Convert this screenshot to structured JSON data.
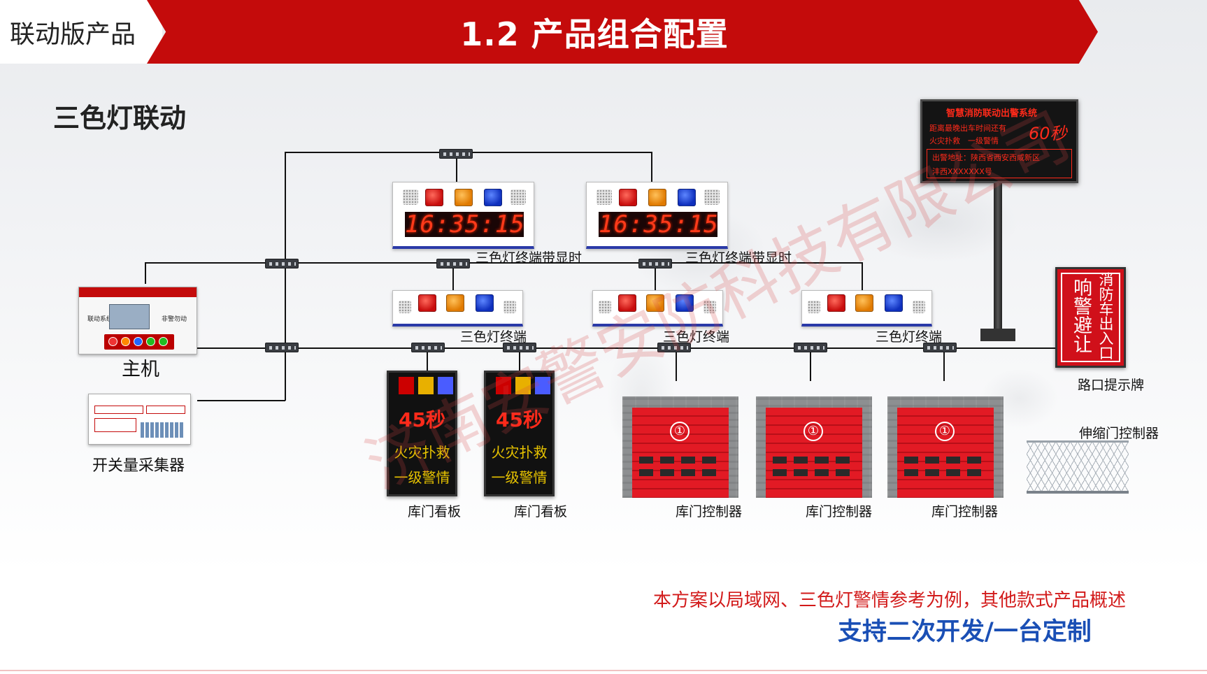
{
  "header": {
    "category": "联动版产品",
    "title": "1.2 产品组合配置"
  },
  "section_title": "三色灯联动",
  "devices": {
    "host": {
      "label": "主机",
      "left_text": "联动系统",
      "right_text": "非警勿动"
    },
    "collector": {
      "label": "开关量采集器"
    },
    "clock_terminal_1": {
      "label": "三色灯终端带显时",
      "time": "16:35:15"
    },
    "clock_terminal_2": {
      "label": "三色灯终端带显时",
      "time": "16:35:15"
    },
    "light_terminal_1": {
      "label": "三色灯终端"
    },
    "light_terminal_2": {
      "label": "三色灯终端"
    },
    "light_terminal_3": {
      "label": "三色灯终端"
    },
    "board_1": {
      "label": "库门看板",
      "countdown": "45秒",
      "line1": "火灾扑救",
      "line2": "一级警情"
    },
    "board_2": {
      "label": "库门看板",
      "countdown": "45秒",
      "line1": "火灾扑救",
      "line2": "一级警情"
    },
    "door_1": {
      "label": "库门控制器",
      "number": "①"
    },
    "door_2": {
      "label": "库门控制器",
      "number": "①"
    },
    "door_3": {
      "label": "库门控制器",
      "number": "①"
    },
    "led_sign": {
      "title": "智慧消防联动出警系统",
      "line1": "距离最晚出车时间还有",
      "seconds": "60秒",
      "line2": "火灾扑救　一级警情",
      "line3": "出警地址：陕西省西安西咸新区",
      "line4": "沣西XXXXXXX号"
    },
    "road_sign": {
      "label": "路口提示牌",
      "col_left": "响警避让",
      "col_right": "消防车出入口"
    },
    "gate": {
      "label": "伸缩门控制器"
    }
  },
  "watermark": "济南安警安防科技有限公司",
  "notes": {
    "line1": "本方案以局域网、三色灯警情参考为例，其他款式产品概述",
    "line2": "支持二次开发/一台定制"
  },
  "colors": {
    "brand_red": "#c40b0b",
    "note_blue": "#1a4fb5",
    "note_red": "#d21a1a"
  }
}
